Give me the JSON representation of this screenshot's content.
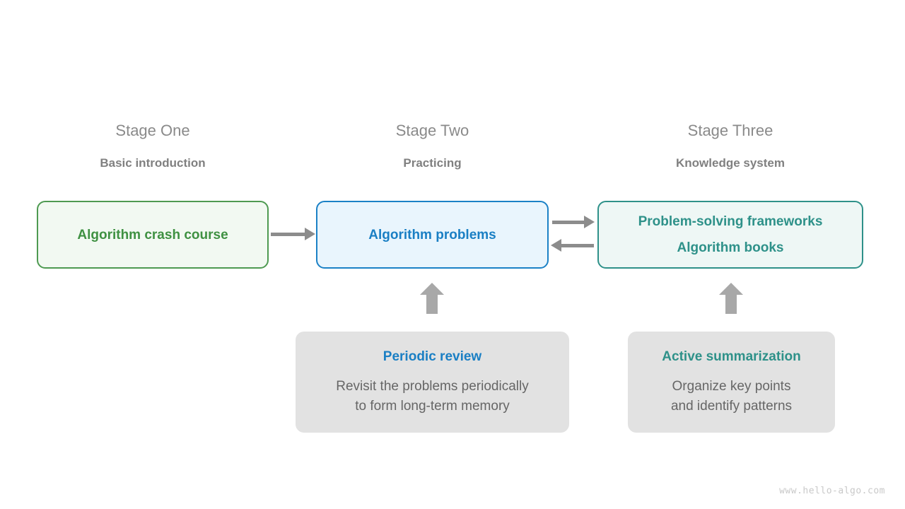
{
  "footer": {
    "site": "www.hello-algo.com"
  },
  "stages": [
    {
      "title": "Stage One",
      "subtitle": "Basic introduction"
    },
    {
      "title": "Stage Two",
      "subtitle": "Practicing"
    },
    {
      "title": "Stage Three",
      "subtitle": "Knowledge system"
    }
  ],
  "nodes": [
    {
      "id": "crash-course",
      "line1": "Algorithm crash course",
      "line2": "",
      "border_color": "#4e9a51",
      "fill_color": "#f2f9f2",
      "text_color": "#3f9142"
    },
    {
      "id": "algorithm-problems",
      "line1": "Algorithm problems",
      "line2": "",
      "border_color": "#1b81c6",
      "fill_color": "#e9f5fd",
      "text_color": "#1a7fc4"
    },
    {
      "id": "frameworks-books",
      "line1": "Problem-solving frameworks",
      "line2": "Algorithm books",
      "border_color": "#2e9189",
      "fill_color": "#eef7f5",
      "text_color": "#2e9189"
    }
  ],
  "notes": [
    {
      "id": "periodic-review",
      "title": "Periodic review",
      "title_color": "#1a7fc4",
      "body_line1": "Revisit the problems periodically",
      "body_line2": "to form long-term memory",
      "fill_color": "#e2e2e2"
    },
    {
      "id": "active-summarization",
      "title": "Active summarization",
      "title_color": "#2e9189",
      "body_line1": "Organize key points",
      "body_line2": "and identify patterns",
      "fill_color": "#e2e2e2"
    }
  ],
  "arrows": {
    "color": "#8c8c8c",
    "items": [
      {
        "name": "crash-course-to-problems",
        "direction": "right"
      },
      {
        "name": "problems-to-frameworks",
        "direction": "right"
      },
      {
        "name": "frameworks-to-problems",
        "direction": "left"
      },
      {
        "name": "review-to-problems",
        "direction": "up"
      },
      {
        "name": "summarization-to-frameworks",
        "direction": "up"
      }
    ]
  }
}
